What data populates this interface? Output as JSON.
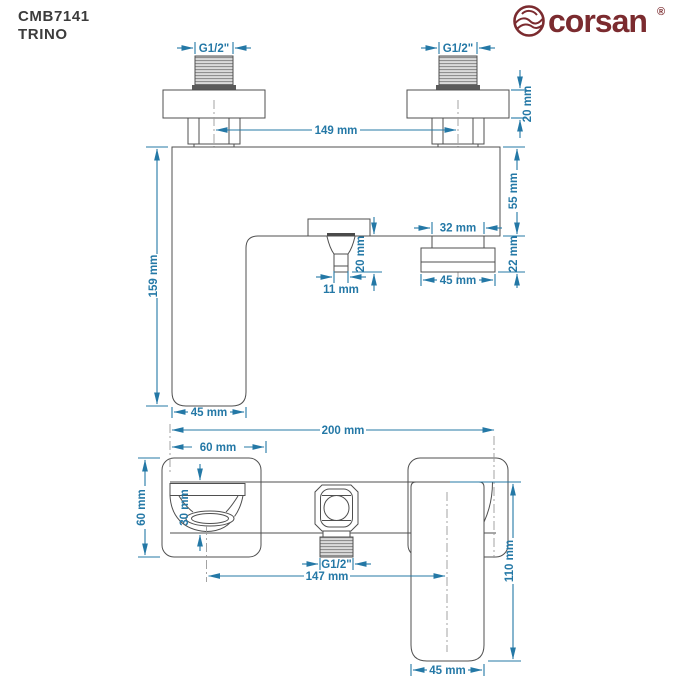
{
  "product": {
    "code": "CMB7141",
    "name": "TRINO"
  },
  "brand": {
    "name": "corsan",
    "registered": "®",
    "color": "#7b2b2f"
  },
  "colors": {
    "dimension": "#2478a6",
    "outline": "#4f4f4f"
  },
  "front": {
    "g_thread_left": "G1/2\"",
    "g_thread_right": "G1/2\"",
    "flange_height": "20 mm",
    "centers_spacing": "149 mm",
    "total_height": "159 mm",
    "right_section_height": "55 mm",
    "outlet_height": "22 mm",
    "outlet_stem_width": "32 mm",
    "outlet_cap_width": "45 mm",
    "spout_tip_height": "20 mm",
    "spout_tip_width": "11 mm",
    "leg_width": "45 mm"
  },
  "bottom": {
    "total_width": "200 mm",
    "plate_width": "60 mm",
    "plate_height": "60 mm",
    "body_depth": "30 mm",
    "shower_thread": "G1/2\"",
    "spout_to_handle": "147 mm",
    "handle_length": "110 mm",
    "handle_width": "45 mm"
  }
}
